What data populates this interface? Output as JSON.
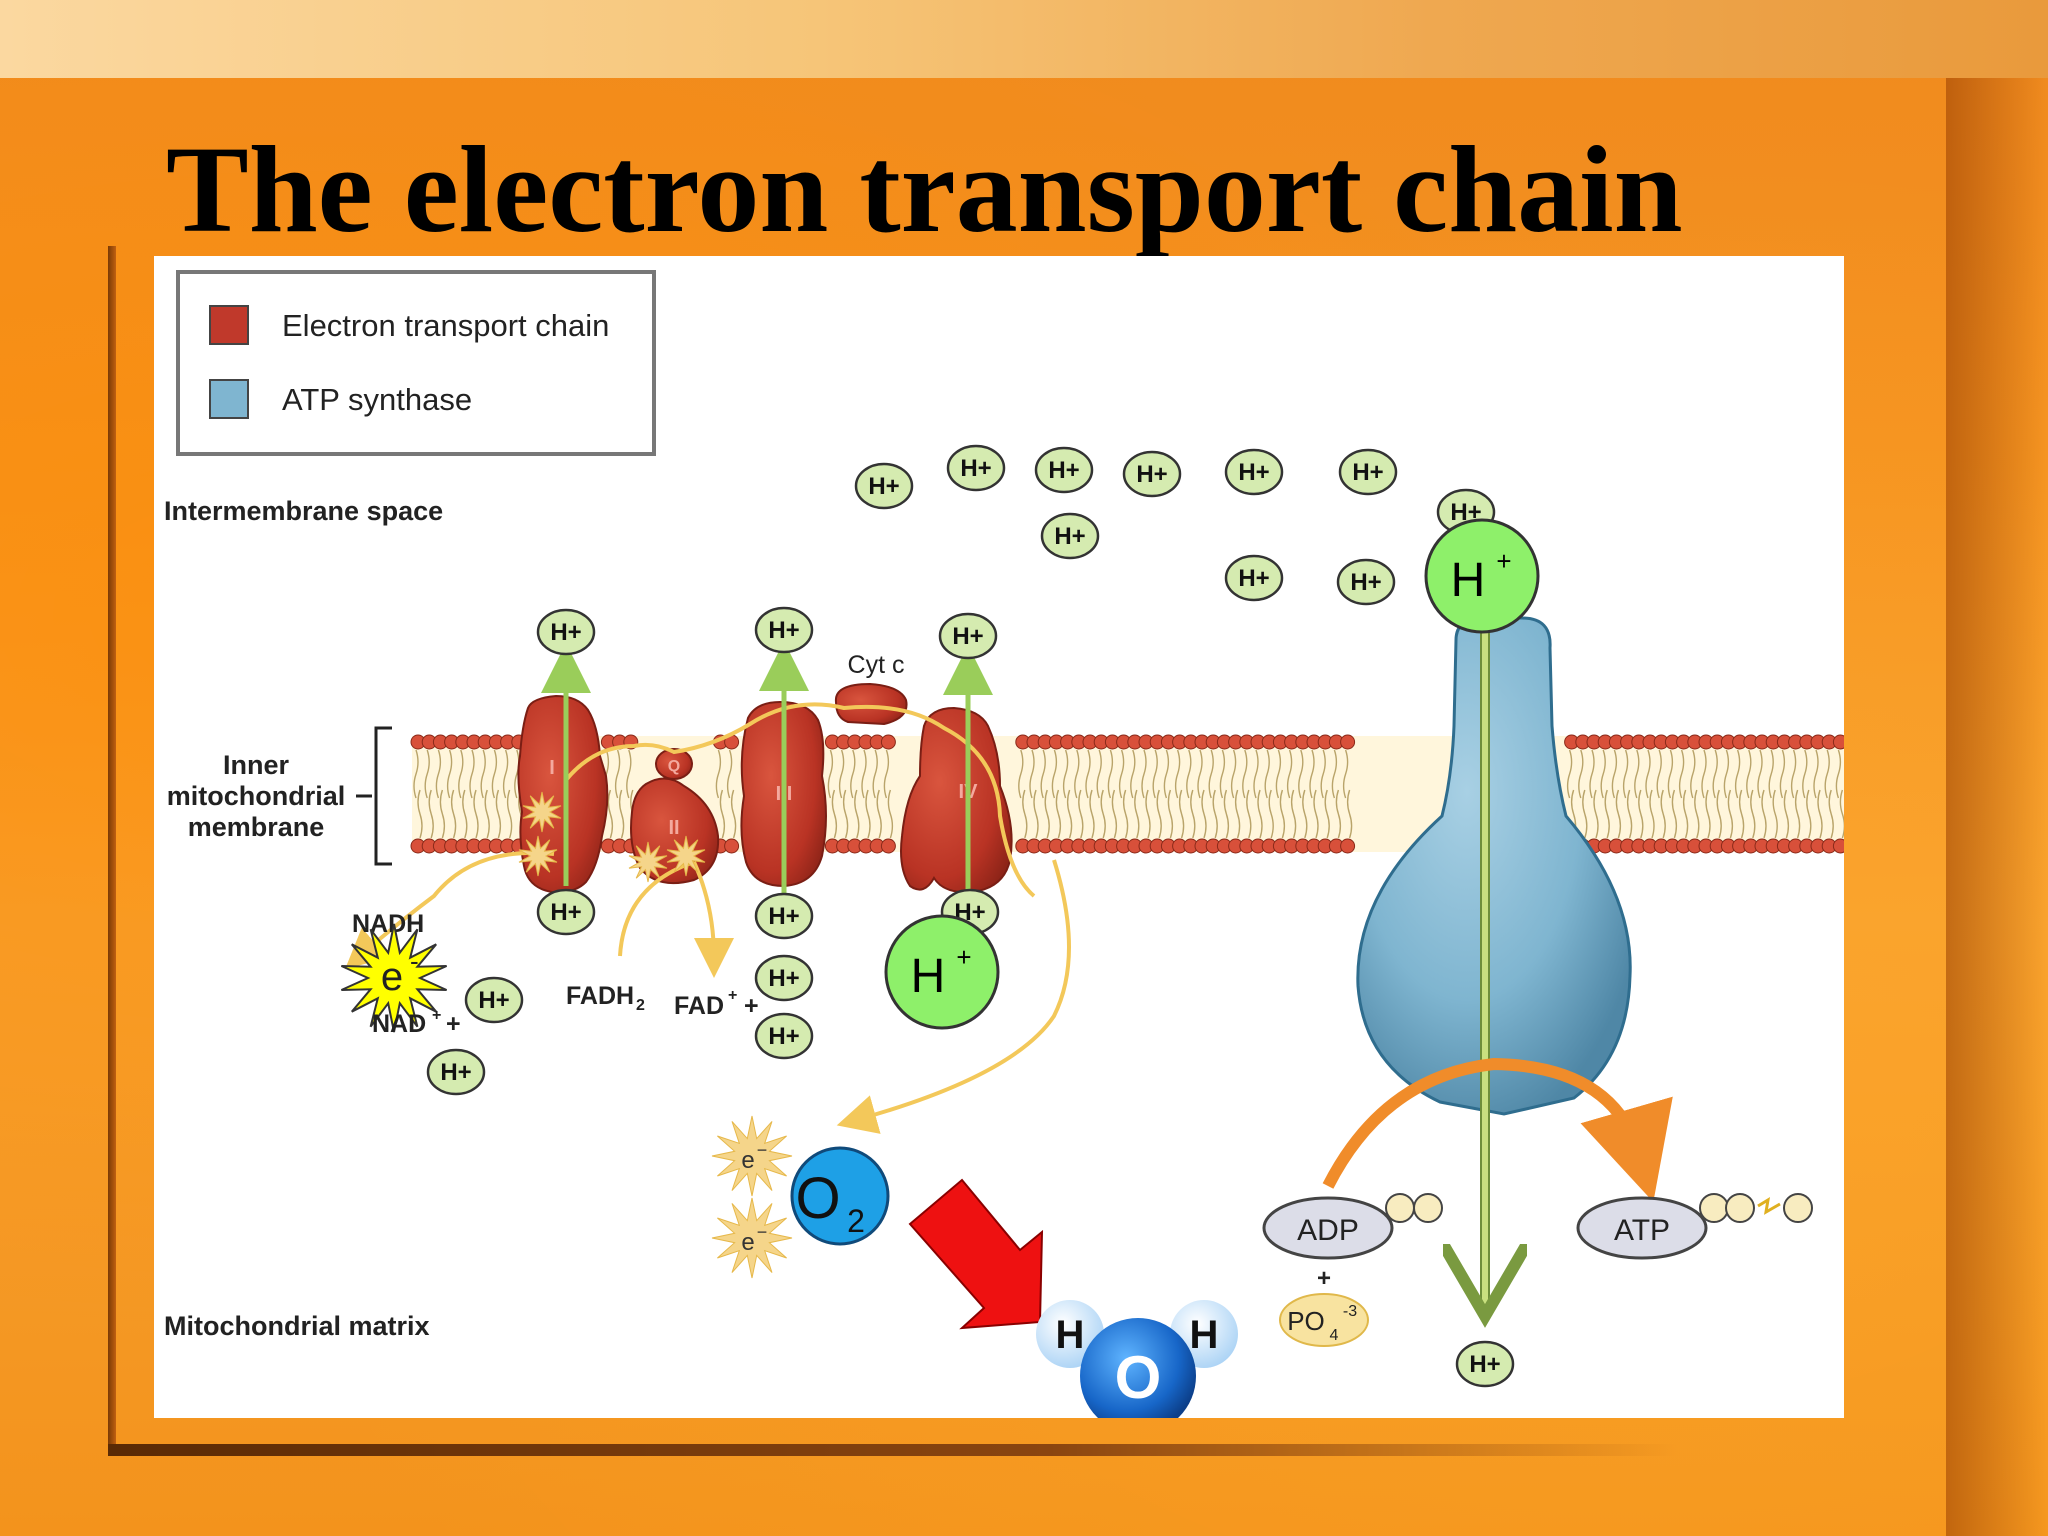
{
  "slide": {
    "title": "The electron transport chain"
  },
  "colors": {
    "etc_red": "#c0392b",
    "atp_synthase_blue": "#7fb5d0",
    "proton_green": "#d5ebb0",
    "big_proton_green": "#8ef06a",
    "oxygen_blue": "#1ea0e6",
    "water_blue": "#1a6fd0",
    "arrow_red": "#ee1111",
    "electron_yellow": "#ffff00"
  },
  "legend": {
    "items": [
      {
        "label": "Electron transport chain",
        "color": "#c0392b"
      },
      {
        "label": "ATP synthase",
        "color": "#7fb5d0"
      }
    ]
  },
  "regions": {
    "intermembrane": "Intermembrane space",
    "membrane": [
      "Inner",
      "mitochondrial",
      "membrane"
    ],
    "matrix": "Mitochondrial matrix"
  },
  "complexes": {
    "i": "I",
    "ii": "II",
    "iii": "III",
    "iv": "IV",
    "q": "Q",
    "cytc": "Cyt c"
  },
  "labels": {
    "proton": "H+",
    "h": "H",
    "plus_sup": "+",
    "nadh": "NADH",
    "nad": "NAD",
    "plus": "+",
    "fadh2": "FADH",
    "fad": "FAD",
    "sub2": "2",
    "electron": "e",
    "minus": "-",
    "electron_minus": "−",
    "o": "O",
    "adp": "ADP",
    "atp": "ATP",
    "po4": "PO",
    "sub4": "4",
    "sup_minus3": "-3"
  }
}
